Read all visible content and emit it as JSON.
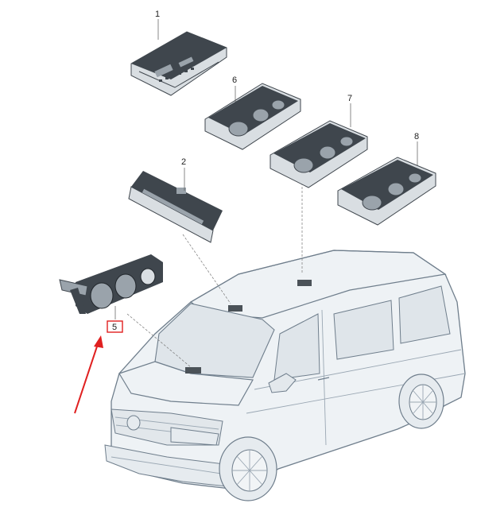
{
  "diagram": {
    "callouts": [
      {
        "id": "callout-1",
        "label": "1"
      },
      {
        "id": "callout-2",
        "label": "2"
      },
      {
        "id": "callout-5",
        "label": "5"
      },
      {
        "id": "callout-6",
        "label": "6"
      },
      {
        "id": "callout-7",
        "label": "7"
      },
      {
        "id": "callout-8",
        "label": "8"
      }
    ],
    "highlight": {
      "target": "callout-5",
      "color": "#e02020"
    },
    "colors": {
      "vehicle_fill": "#eef2f5",
      "vehicle_stroke": "#6f7e8c",
      "part_dark": "#3f464d",
      "part_mid": "#9aa3ab",
      "part_light": "#d9dee2",
      "arrow": "#e02020"
    }
  }
}
